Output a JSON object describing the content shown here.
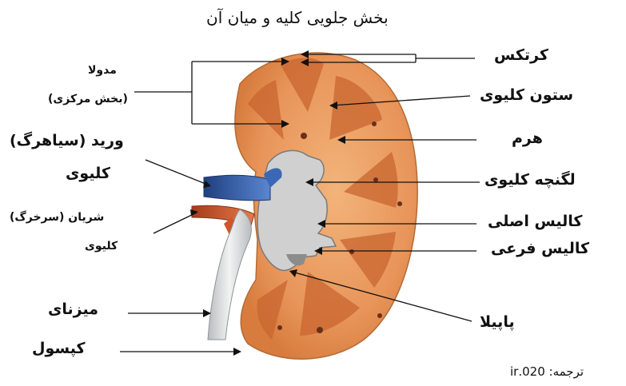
{
  "title": "بخش جلویی کلیه و میان آن",
  "credit": "ترجمه: 020.ir",
  "labels": {
    "cortex": "کرتکس",
    "renal_column": "ستون کلیوی",
    "pyramid": "هرم",
    "renal_pelvis": "لگنچه کلیوی",
    "major_calyx": "کالیس اصلی",
    "minor_calyx": "کالیس فرعی",
    "papilla": "پاپیلا",
    "medulla": "مدولا",
    "medulla_sub": "(بخش مرکزی)",
    "renal_vein_1": "ورید (سیاهرگ)",
    "renal_vein_2": "کلیوی",
    "renal_artery_1": "شریان (سرخرگ)",
    "renal_artery_2": "کلیوی",
    "ureter": "میزنای",
    "capsule": "کپسول"
  },
  "colors": {
    "cortex": "#e8955a",
    "cortex_light": "#f4c08e",
    "pyramid": "#c9662f",
    "pelvis": "#cfd0cf",
    "vein": "#2f5aa8",
    "artery": "#d2542a",
    "ureter": "#d9dcdc"
  }
}
